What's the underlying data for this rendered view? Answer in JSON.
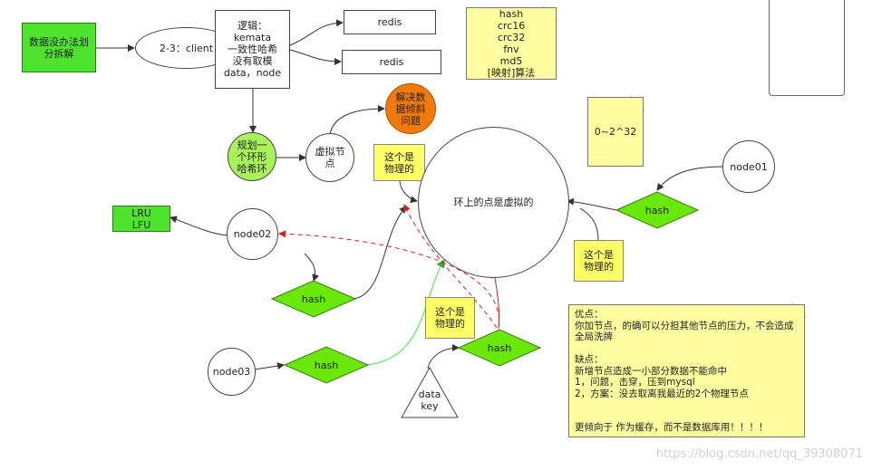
{
  "nodes": {
    "split": "数据没办法划\n分拆解",
    "client": "2-3：client",
    "logic": "逻辑：\nkemata\n一致性哈希\n没有取模\ndata，node",
    "redis1": "redis",
    "redis2": "redis",
    "hash_algos": "hash\ncrc16\ncrc32\nfnv\nmd5\n[映射]算法",
    "range": "0~2^32",
    "ring_plan": "规划一\n个环形\n哈希环",
    "virtual_node": "虚拟节\n点",
    "skew": "解决数\n据倾斜\n问题",
    "ring": "环上的点是虚拟的",
    "physical1": "这个是\n物理的",
    "physical2": "这个是\n物理的",
    "physical3": "这个是\n物理的",
    "lru": "LRU\nLFU",
    "node01": "node01",
    "node02": "node02",
    "node03": "node03",
    "hash_a": "hash",
    "hash_b": "hash",
    "hash_c": "hash",
    "hash_d": "hash",
    "datakey": "data\nkey",
    "summary": "优点：\n你加节点，的确可以分担其他节点的压力，不会造成全局洗牌\n\n缺点：\n新增节点造成一小部分数据不能命中\n1，问题，击穿，压到mysql\n2，方案：没去取离我最近的2个物理节点\n\n\n更倾向于 作为缓存，而不是数据库用！！！！"
  },
  "watermark": "https://blog.csdn.net/qq_39308071",
  "colors": {
    "green": "#4ee32f",
    "lightgreen": "#a8f25a",
    "orange": "#f07b0a",
    "note": "#fefea0",
    "yellow": "#fefe66",
    "diamond": "#6ae80c",
    "red": "#d32020",
    "linkgreen": "#5ee85e"
  }
}
